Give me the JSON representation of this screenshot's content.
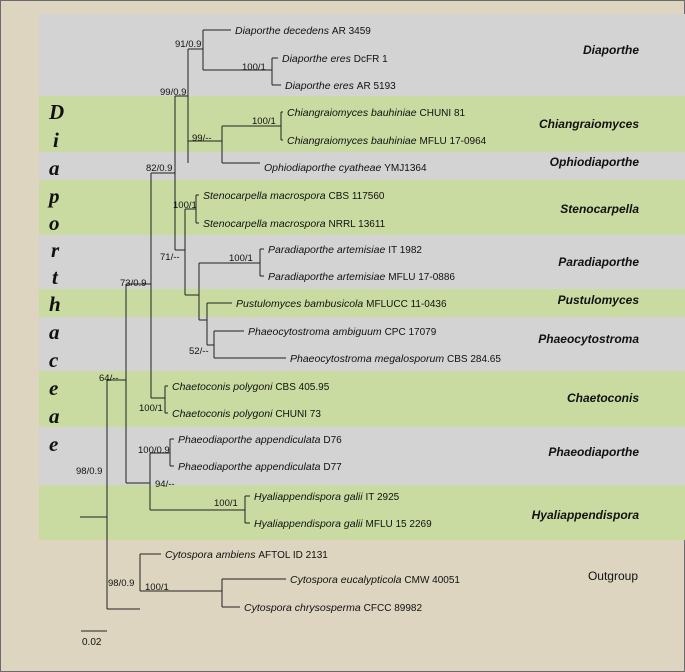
{
  "family_letters": [
    "D",
    "i",
    "a",
    "p",
    "o",
    "r",
    "t",
    "h",
    "a",
    "c",
    "e",
    "a",
    "e"
  ],
  "taxa": [
    {
      "genus_species": "Diaporthe decedens",
      "code": "AR 3459"
    },
    {
      "genus_species": "Diaporthe eres",
      "code": "DcFR 1"
    },
    {
      "genus_species": "Diaporthe eres",
      "code": "AR 5193"
    },
    {
      "genus_species": "Chiangraiomyces bauhiniae",
      "code": "CHUNI 81"
    },
    {
      "genus_species": "Chiangraiomyces bauhiniae",
      "code": "MFLU 17-0964"
    },
    {
      "genus_species": "Ophiodiaporthe cyatheae",
      "code": "YMJ1364"
    },
    {
      "genus_species": "Stenocarpella macrospora",
      "code": "CBS 117560"
    },
    {
      "genus_species": "Stenocarpella macrospora",
      "code": "NRRL 13611"
    },
    {
      "genus_species": "Paradiaporthe artemisiae",
      "code": "IT 1982"
    },
    {
      "genus_species": "Paradiaporthe artemisiae",
      "code": "MFLU 17-0886"
    },
    {
      "genus_species": "Pustulomyces bambusicola",
      "code": "MFLUCC 11-0436"
    },
    {
      "genus_species": "Phaeocytostroma ambiguum",
      "code": "CPC 17079"
    },
    {
      "genus_species": "Phaeocytostroma megalosporum",
      "code": "CBS 284.65"
    },
    {
      "genus_species": "Chaetoconis polygoni",
      "code": "CBS 405.95"
    },
    {
      "genus_species": "Chaetoconis polygoni",
      "code": "CHUNI 73"
    },
    {
      "genus_species": "Phaeodiaporthe appendiculata",
      "code": "D76"
    },
    {
      "genus_species": "Phaeodiaporthe appendiculata",
      "code": "D77"
    },
    {
      "genus_species": "Hyaliappendispora galii",
      "code": "IT 2925"
    },
    {
      "genus_species": "Hyaliappendispora galii",
      "code": "MFLU 15 2269"
    },
    {
      "genus_species": "Cytospora ambiens",
      "code": "AFTOL ID 2131"
    },
    {
      "genus_species": "Cytospora eucalypticola",
      "code": "CMW 40051"
    },
    {
      "genus_species": "Cytospora chrysosperma",
      "code": "CFCC 89982"
    }
  ],
  "clades": [
    "Diaporthe",
    "Chiangraiomyces",
    "Ophiodiaporthe",
    "Stenocarpella",
    "Paradiaporthe",
    "Pustulomyces",
    "Phaeocytostroma",
    "Chaetoconis",
    "Phaeodiaporthe",
    "Hyaliappendispora"
  ],
  "outgroup_label": "Outgroup",
  "supports": [
    "91/0.9",
    "100/1",
    "99/0.9",
    "100/1",
    "99/--",
    "82/0.9",
    "100/1",
    "71/--",
    "100/1",
    "52/--",
    "73/0.9",
    "100/1",
    "64/--",
    "100/0.9",
    "94/--",
    "100/1",
    "98/0.9",
    "98/0.9",
    "100/1"
  ],
  "scale_label": "0.02",
  "colors": {
    "background": "#ddd5c0",
    "gray_band": "#d3d3d3",
    "green_band": "#c9dba0"
  }
}
